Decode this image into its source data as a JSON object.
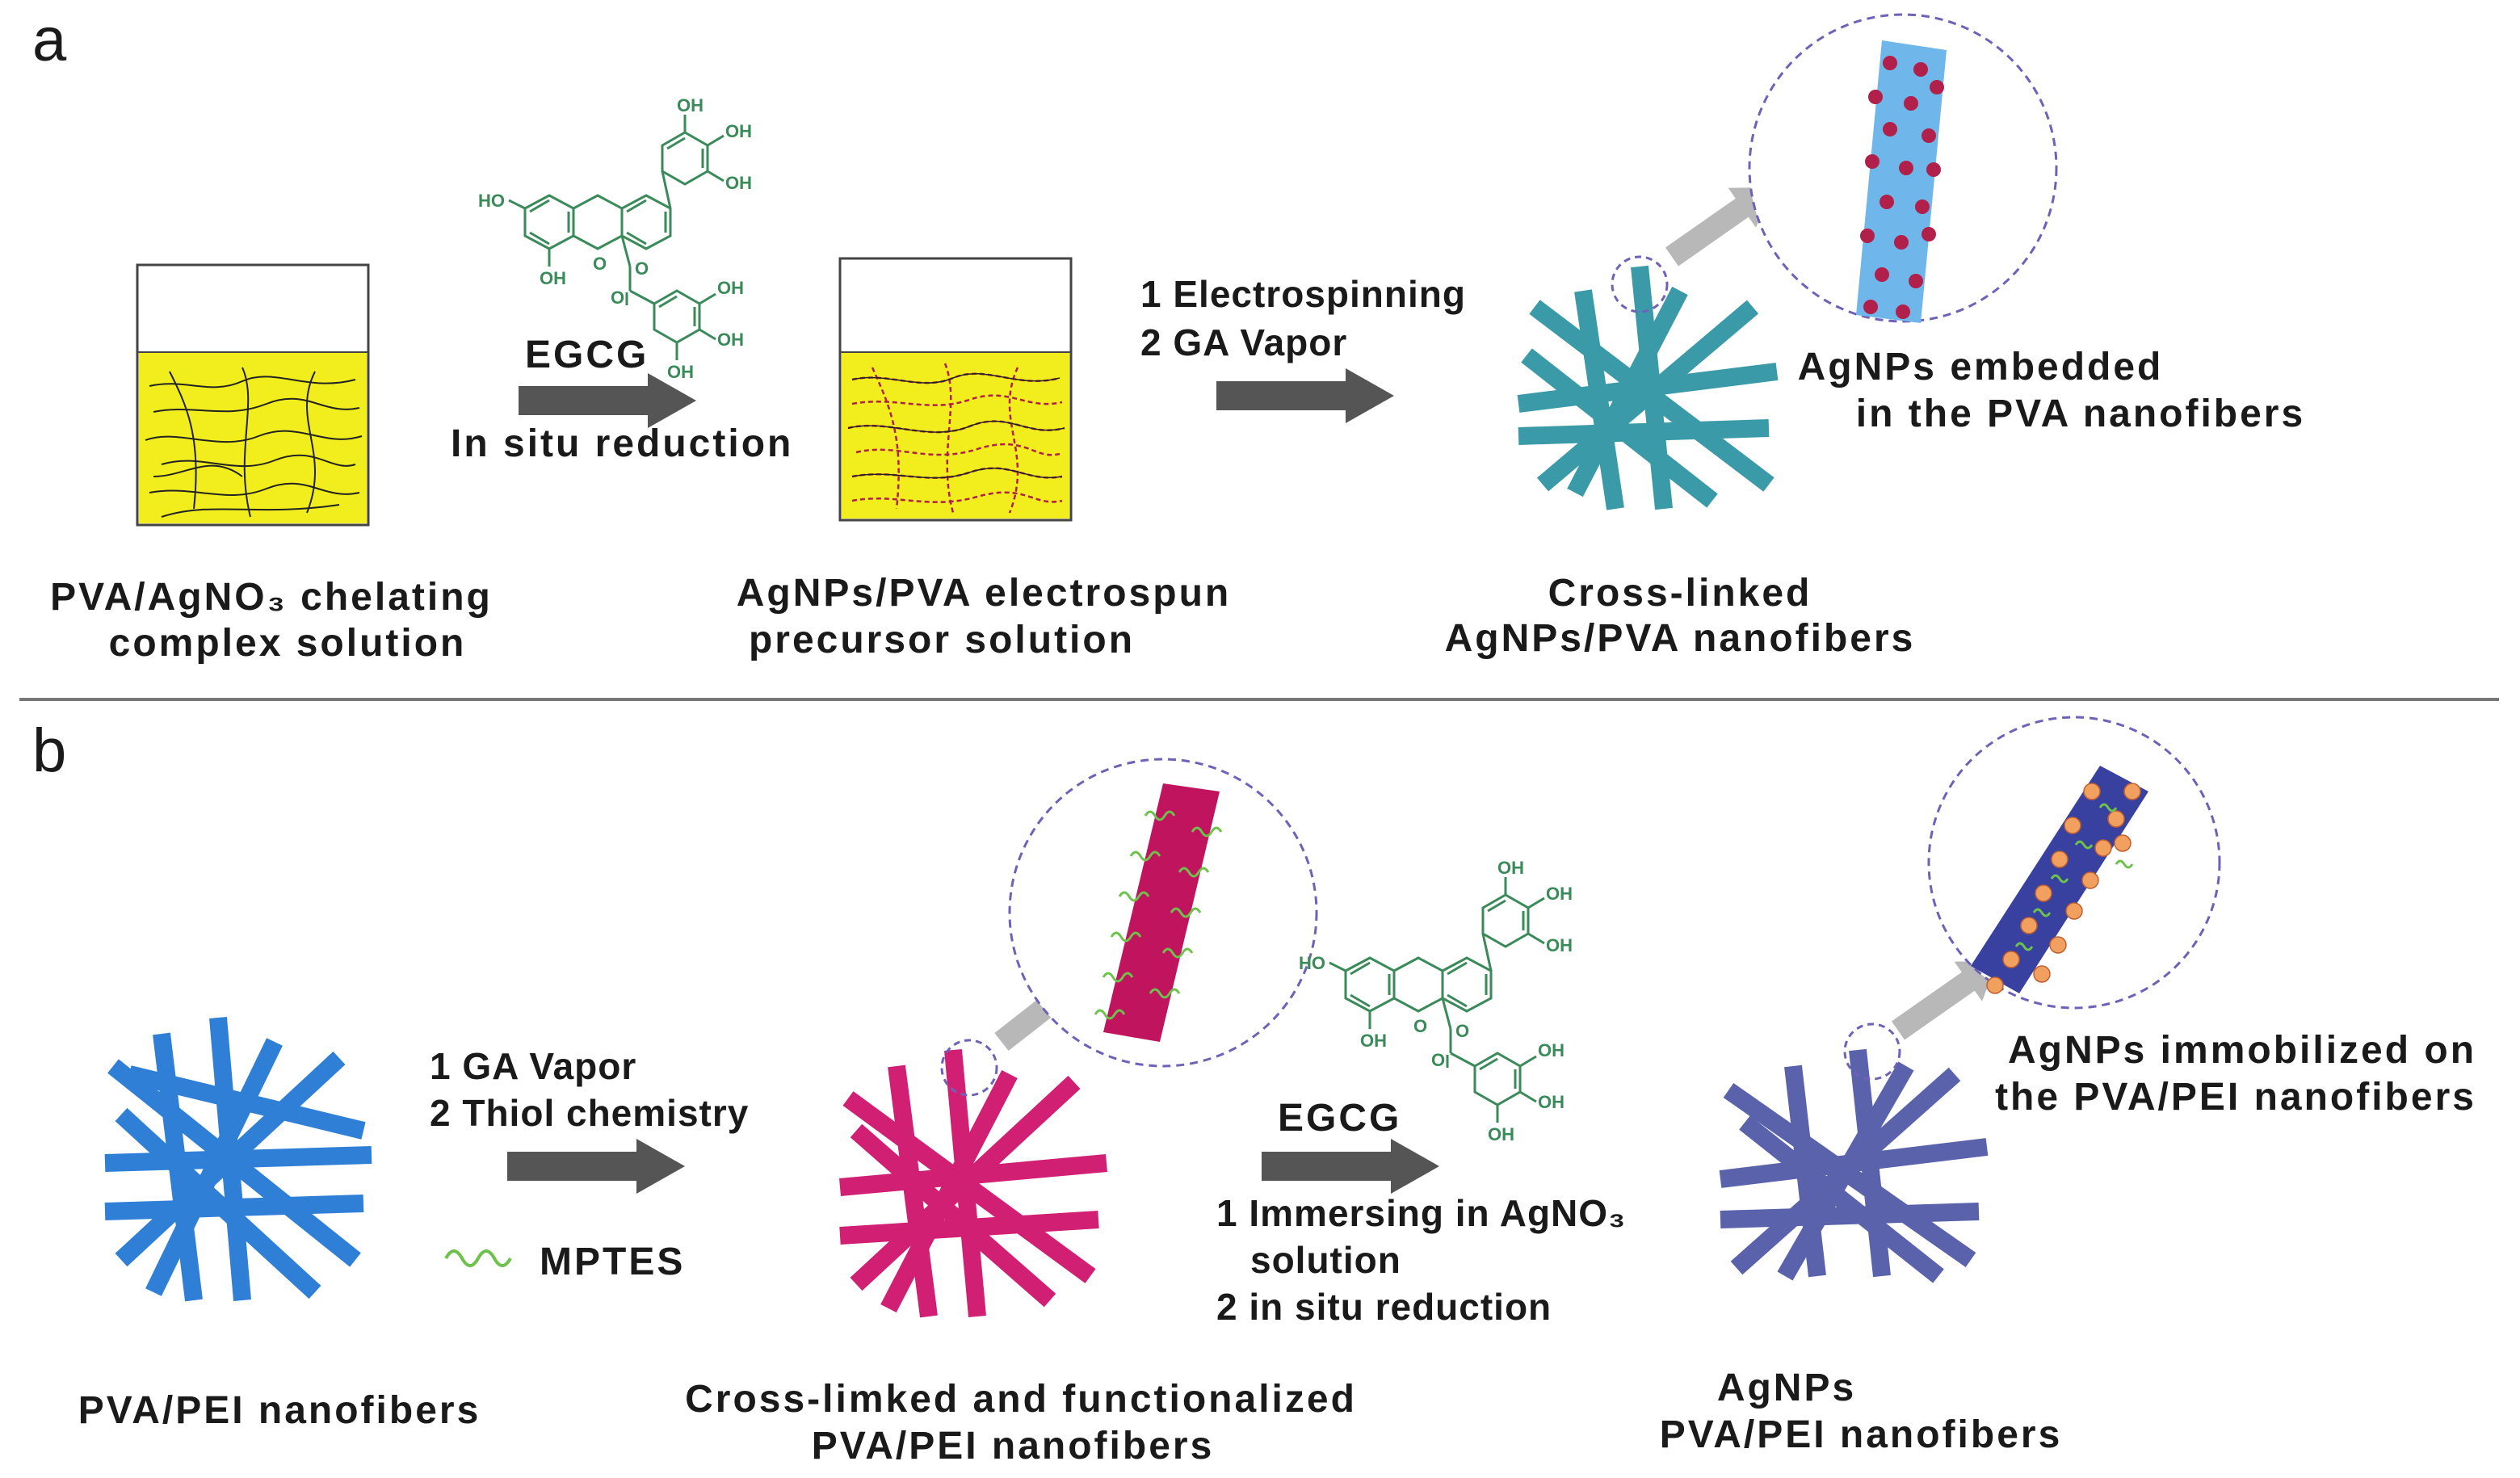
{
  "panel_a": {
    "letter": "a",
    "beaker1_caption": [
      "PVA/AgNO₃ chelating",
      "complex solution"
    ],
    "arrow1_top": "EGCG",
    "arrow1_bottom": "In situ reduction",
    "beaker2_caption": [
      "AgNPs/PVA electrospun",
      "precursor solution"
    ],
    "arrow2_steps": [
      "1 Electrospinning",
      "2 GA Vapor"
    ],
    "fiber_caption": [
      "Cross-linked",
      "AgNPs/PVA nanofibers"
    ],
    "zoom_caption": [
      "AgNPs embedded",
      "in the PVA nanofibers"
    ]
  },
  "panel_b": {
    "letter": "b",
    "fiber1_caption": "PVA/PEI nanofibers",
    "arrow1_steps": [
      "1 GA Vapor",
      "2 Thiol chemistry"
    ],
    "mptes_label": "MPTES",
    "fiber2_caption": [
      "Cross-limked and functionalized",
      "PVA/PEI nanofibers"
    ],
    "arrow2_top": "EGCG",
    "arrow2_steps": [
      "1 Immersing in AgNO₃",
      "solution",
      "2 in situ reduction"
    ],
    "fiber3_caption": [
      "AgNPs",
      "PVA/PEI nanofibers"
    ],
    "zoom_caption": [
      "AgNPs immobilized on",
      "the PVA/PEI nanofibers"
    ]
  },
  "egcg_labels": {
    "ho_left": "HO",
    "oh": "OH"
  },
  "colors": {
    "solution": "#f2ee1e",
    "fiber_teal": "#3a9aa8",
    "fiber_blue": "#2f7fd6",
    "fiber_magenta": "#d11f74",
    "fiber_indigo": "#5a62ac",
    "arrow_dark": "#555555",
    "arrow_light": "#b8b8b8",
    "dashed_circle": "#7060b8",
    "chem_green": "#3a8a5a",
    "agnp_red": "#b0204a",
    "agnp_orange": "#f2a060",
    "mptes_green": "#6cc24a",
    "zoom_fiber_a": "#6fb6ea",
    "zoom_fiber_b": "#c0145e",
    "zoom_fiber_c": "#3840a0"
  }
}
